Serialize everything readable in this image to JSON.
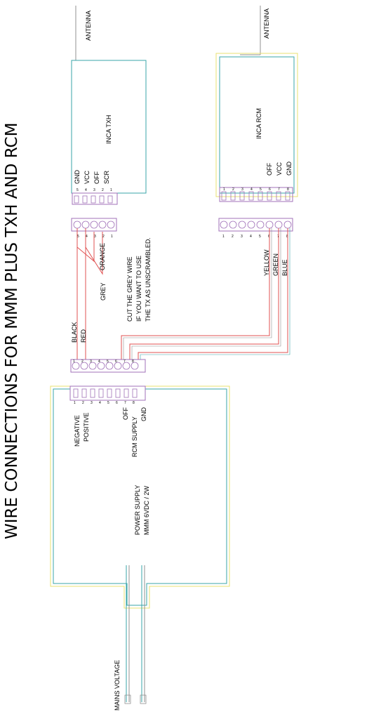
{
  "title": "WIRE CONNECTIONS FOR MMM PLUS TXH AND RCM",
  "txh": {
    "antenna": "ANTENNA",
    "name": "INCA TXH",
    "pins": [
      "GND",
      "VCC",
      "OFF",
      "SCR"
    ],
    "pin_numbers": [
      "5",
      "4",
      "3",
      "2",
      "1"
    ]
  },
  "rcm": {
    "antenna": "ANTENNA",
    "name": "INCA RCM",
    "pins": [
      "OFF",
      "VCC",
      "GND"
    ],
    "pin_numbers": [
      "1",
      "2",
      "3",
      "4",
      "5",
      "6",
      "7",
      "8"
    ]
  },
  "txh_connector_numbers": [
    "5",
    "4",
    "3",
    "2",
    "1"
  ],
  "rcm_connector_numbers": [
    "1",
    "2",
    "3",
    "4",
    "5",
    "6",
    "7",
    "8"
  ],
  "main_connector_numbers": [
    "1",
    "2",
    "3",
    "4",
    "5",
    "6",
    "7",
    "8"
  ],
  "psu_header_numbers": [
    "1",
    "2",
    "3",
    "4",
    "5",
    "6",
    "7",
    "8"
  ],
  "wires": {
    "orange": "ORANGE",
    "grey": "GREY",
    "black": "BLACK",
    "red": "RED",
    "yellow": "YELLOW",
    "green": "GREEN",
    "blue": "BLUE"
  },
  "note": [
    "CUT THE GREY WIRE",
    "IF YOU WANT TO USE",
    "THE TX  AS UNSCRAMBLED."
  ],
  "psu": {
    "pins": [
      "NEGATIVE",
      "POSITIVE",
      "OFF",
      "RCM SUPPLY",
      "GND"
    ],
    "name_line1": "POWER SUPPLY",
    "name_line2": "MMM 6VDC / 2W"
  },
  "mains": "MAINS VOLTAGE",
  "colors": {
    "outline_teal": "#3aa6a8",
    "outline_yellow": "#e8e070",
    "header_purple": "#a070b8",
    "wire_red": "#e05050",
    "wire_grey": "#909090",
    "wire_blue": "#3aa6a8"
  }
}
